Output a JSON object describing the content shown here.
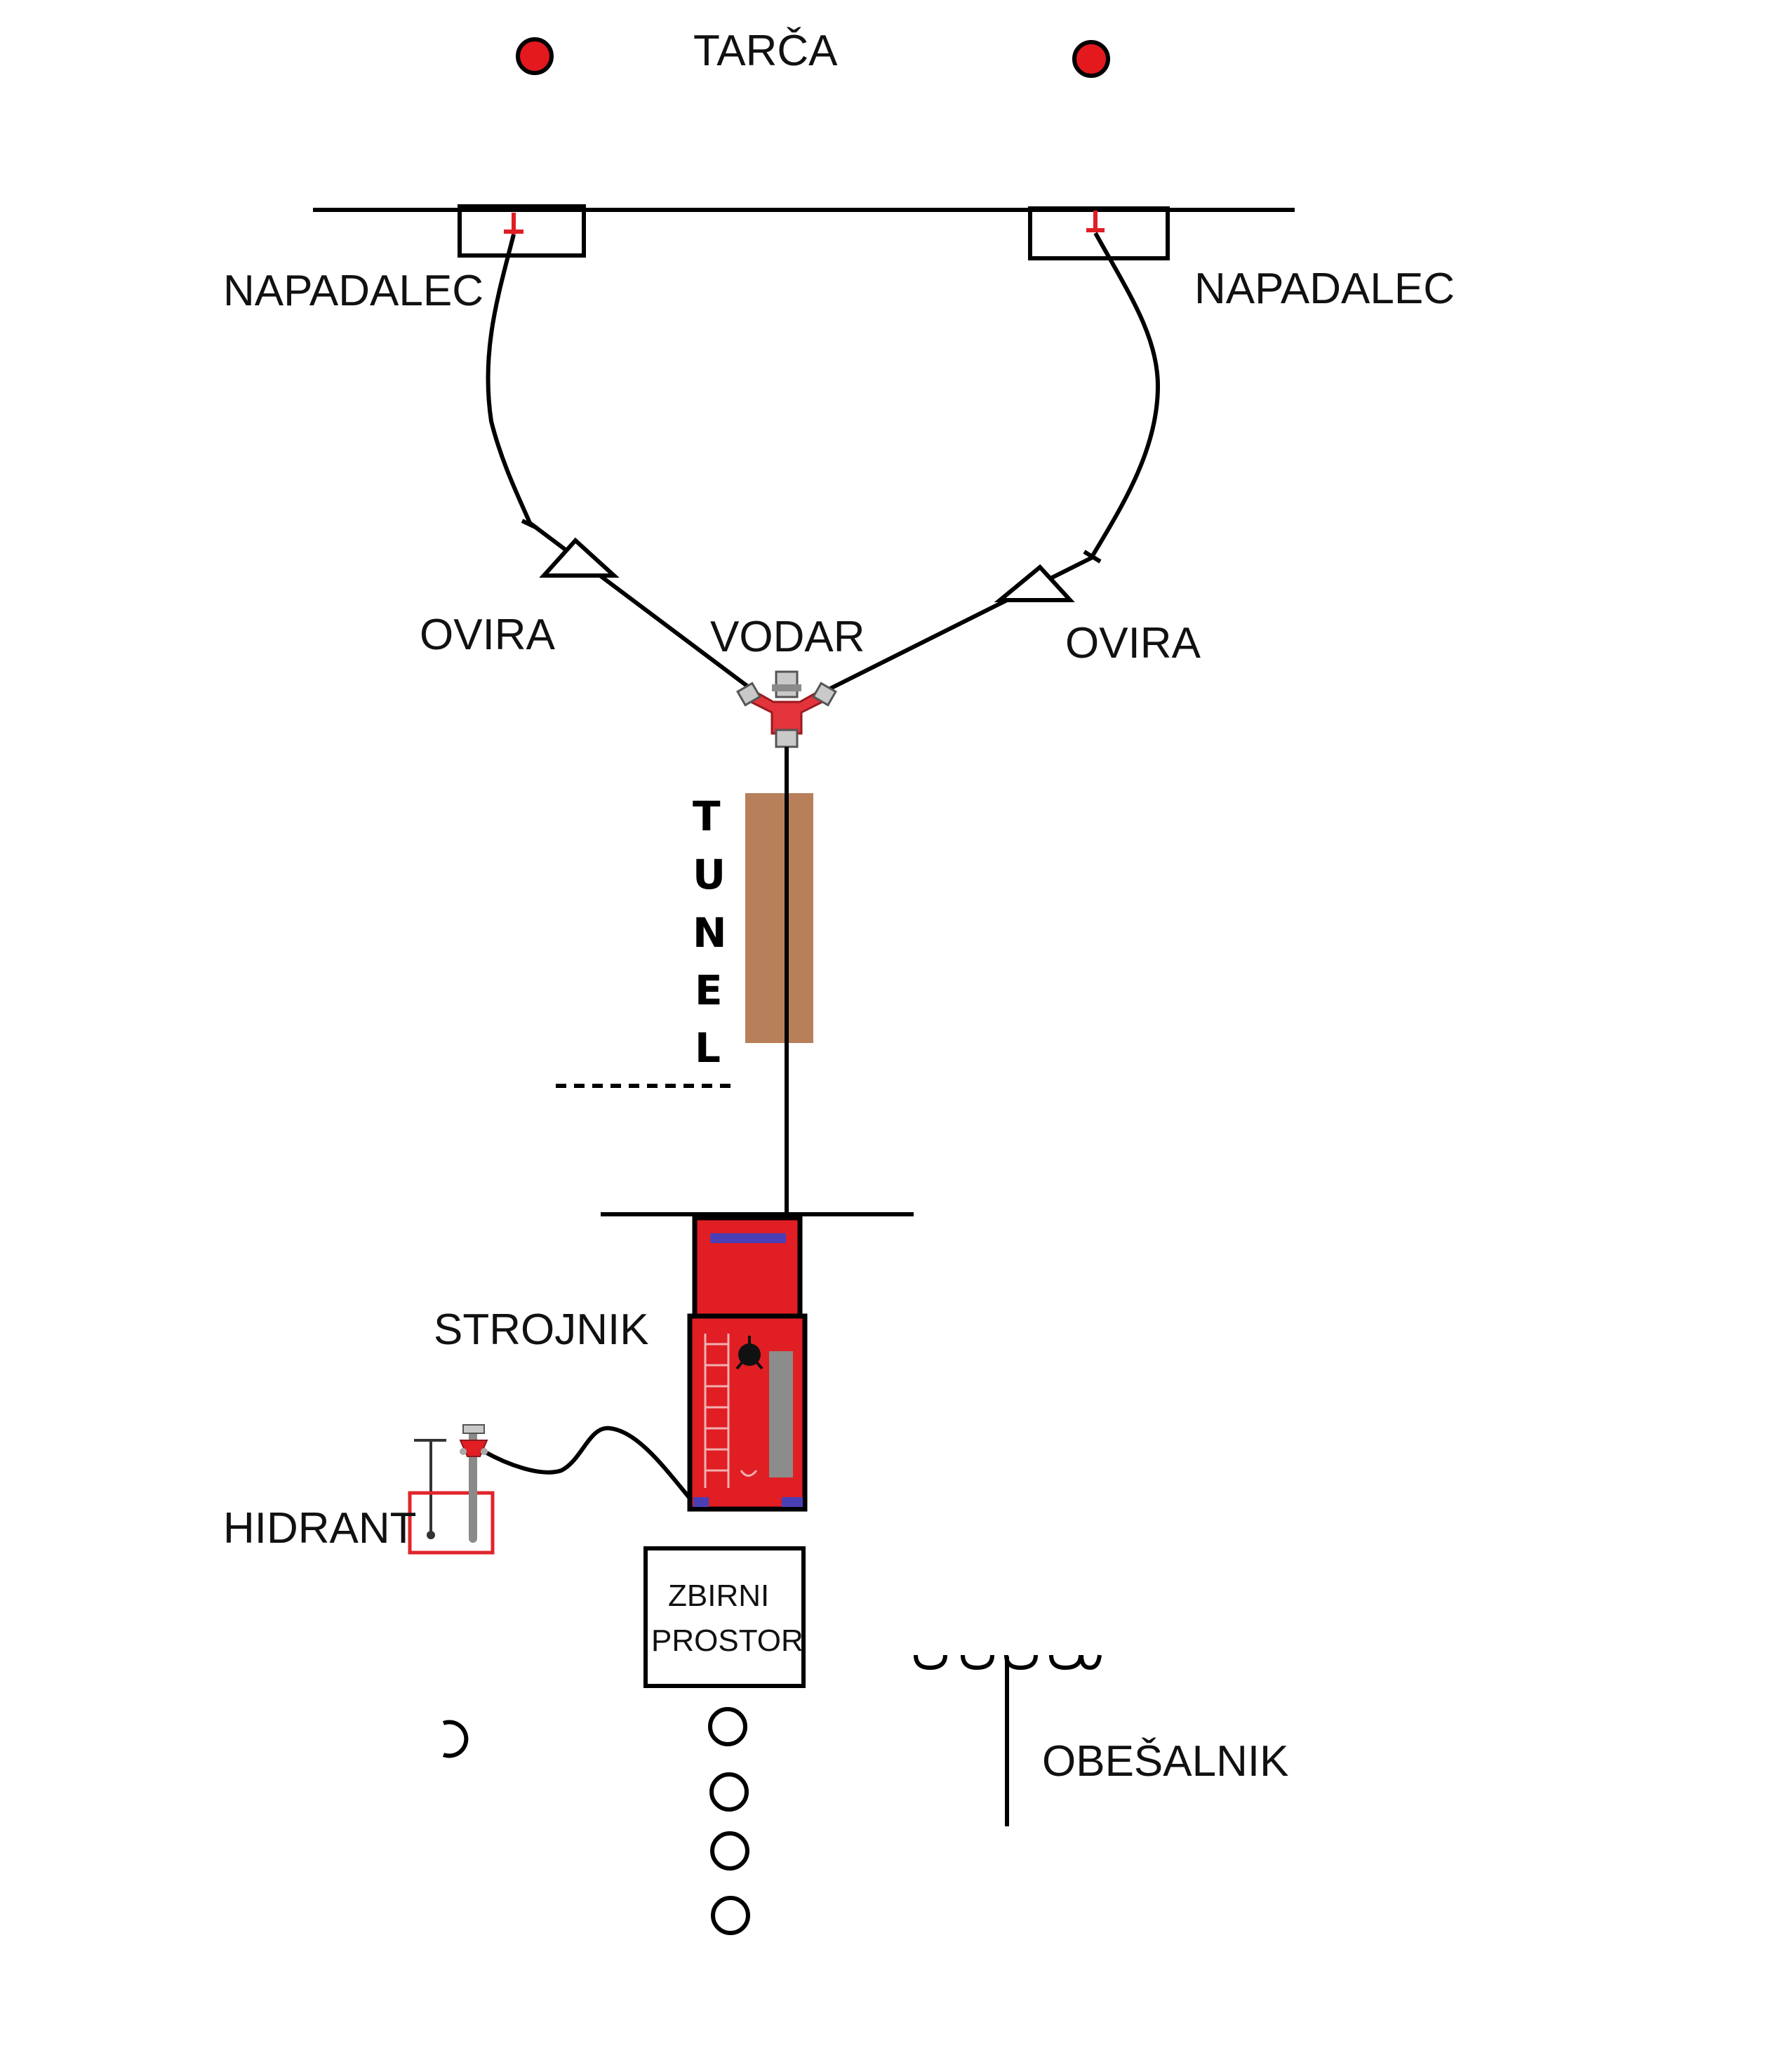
{
  "labels": {
    "target": "TARČA",
    "attacker_left": "NAPADALEC",
    "attacker_right": "NAPADALEC",
    "obstacle_left": "OVIRA",
    "obstacle_right": "OVIRA",
    "leader": "VODAR",
    "tunnel_letters": [
      "T",
      "U",
      "N",
      "E",
      "L"
    ],
    "operator": "STROJNIK",
    "hydrant": "HIDRANT",
    "assembly_line1": "ZBIRNI",
    "assembly_line2": "PROSTOR",
    "rack": "OBEŠALNIK"
  },
  "colors": {
    "target_dot": "#e3191e",
    "truck_red": "#e01e24",
    "truck_blue": "#4a3fb5",
    "tunnel_brown": "#b8805a",
    "hydrant_box": "#e0262b",
    "line": "#000000"
  },
  "icons": [
    "target-dot-icon",
    "nozzle-icon",
    "obstacle-triangle-icon",
    "dividing-breeching-icon",
    "fire-truck-icon",
    "hydrant-icon",
    "standpipe-key-icon",
    "helmet-position-icon",
    "rack-hooks-icon"
  ]
}
